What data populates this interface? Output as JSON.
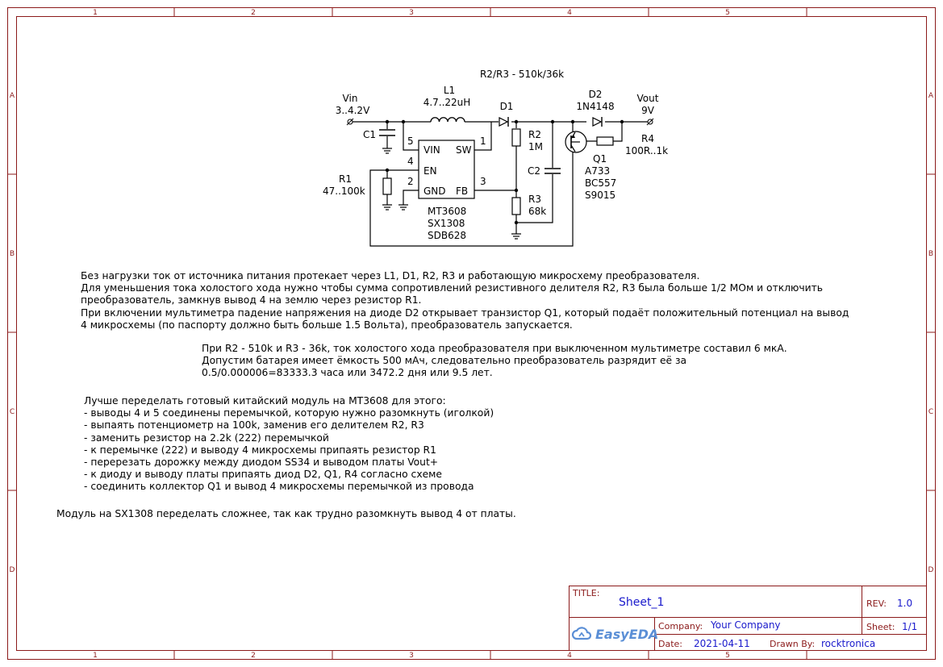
{
  "frame": {
    "columns": [
      "1",
      "2",
      "3",
      "4",
      "5"
    ],
    "rows": [
      "A",
      "B",
      "C",
      "D"
    ],
    "colors": {
      "frame": "#8b1a1a",
      "title_value": "#1a1acc",
      "logo": "#5b8fd6"
    }
  },
  "schematic": {
    "header": "R2/R3 - 510k/36k",
    "vin": {
      "name": "Vin",
      "value": "3..4.2V"
    },
    "vout": {
      "name": "Vout",
      "value": "9V"
    },
    "l1": {
      "name": "L1",
      "value": "4.7..22uH"
    },
    "d1": {
      "name": "D1"
    },
    "d2": {
      "name": "D2",
      "value": "1N4148"
    },
    "c1": {
      "name": "C1"
    },
    "c2": {
      "name": "C2"
    },
    "r1": {
      "name": "R1",
      "value": "47..100k"
    },
    "r2": {
      "name": "R2",
      "value": "1M"
    },
    "r3": {
      "name": "R3",
      "value": "68k"
    },
    "r4": {
      "name": "R4",
      "value": "100R..1k"
    },
    "q1": {
      "name": "Q1",
      "parts": [
        "A733",
        "BC557",
        "S9015"
      ]
    },
    "ic": {
      "pins": {
        "vin": "VIN",
        "sw": "SW",
        "en": "EN",
        "gnd": "GND",
        "fb": "FB"
      },
      "pin_numbers": {
        "vin": "5",
        "sw": "1",
        "en": "4",
        "gnd": "2",
        "fb": "3"
      },
      "parts": [
        "MT3608",
        "SX1308",
        "SDB628"
      ]
    }
  },
  "notes": {
    "para1": [
      "Без нагрузки ток от источника питания протекает через L1, D1, R2, R3 и работающую микросхему преобразователя.",
      "Для уменьшения тока холостого хода нужно чтобы сумма сопротивлений резистивного делителя R2, R3 была больше 1/2 МОм и отключить",
      "преобразователь, замкнув вывод 4 на землю через резистор R1.",
      "При включении мультиметра падение напряжения на диоде D2 открывает транзистор Q1, который подаёт положительный потенциал на вывод",
      "4 микросхемы (по паспорту должно быть больше 1.5 Вольта), преобразователь запускается."
    ],
    "para2": [
      "При R2 - 510k и R3 - 36k, ток холостого хода преобразователя при выключенном мультиметре составил 6 мкА.",
      "Допустим батарея имеет ёмкость 500 мАч, следовательно преобразователь разрядит её за",
      "0.5/0.000006=83333.3 часа или 3472.2 дня или 9.5 лет."
    ],
    "para3": [
      "Лучше переделать готовый китайский модуль на MT3608 для этого:",
      "- выводы 4 и 5 соединены перемычкой, которую нужно разомкнуть (иголкой)",
      "- выпаять потенциометр на 100k, заменив его делителем R2, R3",
      "- заменить резистор на 2.2k (222) перемычкой",
      "- к перемычке (222) и выводу 4 микросхемы припаять резистор R1",
      "- перерезать дорожку между диодом SS34 и выводом платы Vout+",
      "- к диоду и выводу платы припаять диод D2, Q1, R4 согласно схеме",
      "- соединить коллектор Q1 и вывод 4 микросхемы перемычкой из провода"
    ],
    "para4": "Модуль на SX1308 переделать сложнее, так как трудно разомкнуть вывод 4 от платы."
  },
  "title_block": {
    "title_label": "TITLE:",
    "title": "Sheet_1",
    "rev_label": "REV:",
    "rev": "1.0",
    "company_label": "Company:",
    "company": "Your Company",
    "sheet_label": "Sheet:",
    "sheet": "1/1",
    "date_label": "Date:",
    "date": "2021-04-11",
    "drawn_label": "Drawn By:",
    "drawn": "rocktronica",
    "logo_text": "EasyEDA",
    "logo_icon": "easyeda-cloud-icon"
  }
}
